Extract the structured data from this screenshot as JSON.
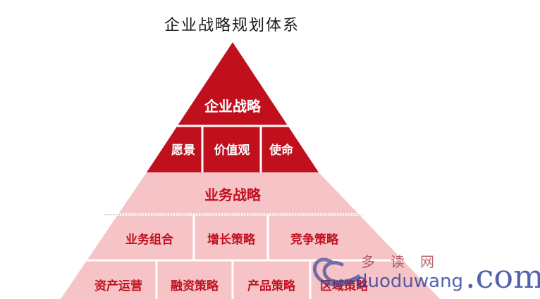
{
  "title": "企业战略规划体系",
  "levels": {
    "top": {
      "label": "企业战略"
    },
    "top_row": [
      "愿景",
      "价值观",
      "使命"
    ],
    "middle": {
      "label": "业务战略"
    },
    "middle_row": [
      "业务组合",
      "增长策略",
      "竞争策略"
    ],
    "bottom_row": [
      "资产运营",
      "融资策略",
      "产品策略",
      "区域策略"
    ]
  },
  "watermark": {
    "cn": "多读网",
    "domain": "duoduwang",
    "suffix": ".com"
  },
  "colors": {
    "dark_red": "#c0101e",
    "light_pink": "#f6c4c7",
    "text_light": "#c0101e"
  }
}
